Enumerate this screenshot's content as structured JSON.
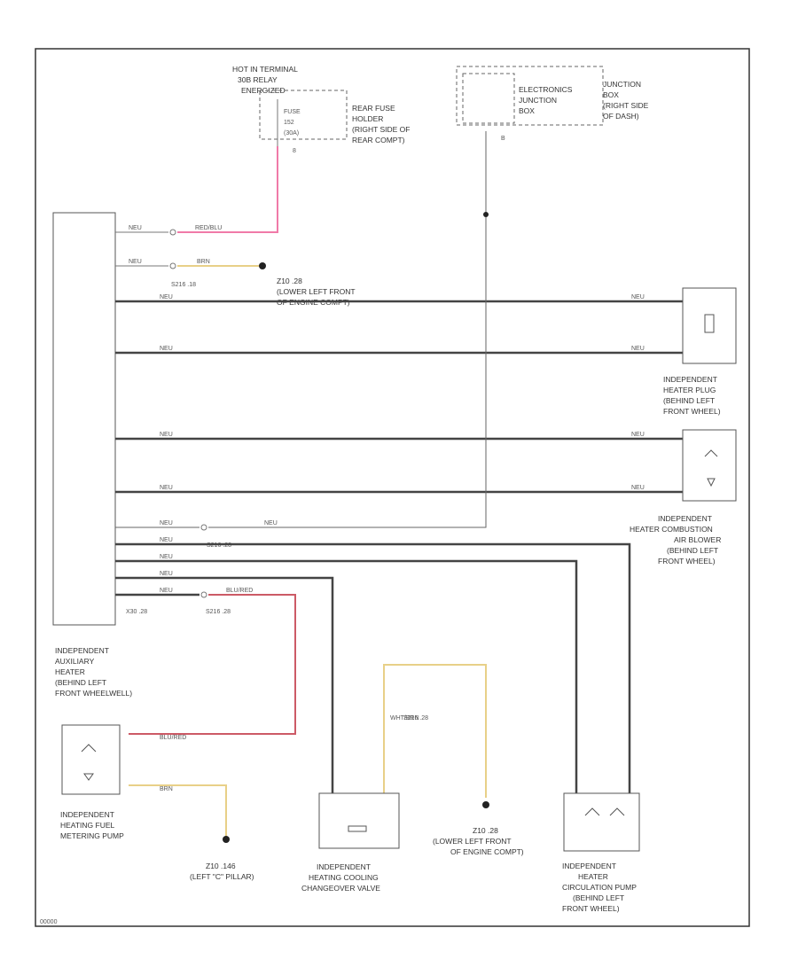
{
  "diagram_id": "00000",
  "colors": {
    "pink": "#f07aa8",
    "red": "#cc5a66",
    "yellow": "#e8d088",
    "wire": "#444444",
    "frame": "#333333"
  },
  "modules": {
    "aux_heater": [
      "INDEPENDENT",
      "AUXILIARY",
      "HEATER",
      "(BEHIND LEFT",
      "FRONT WHEELWELL)"
    ],
    "fuse_hot": [
      "HOT IN TERMINAL",
      "30B RELAY",
      "ENERGIZED"
    ],
    "fuse_pins": [
      "FUSE",
      "152",
      "(30A)"
    ],
    "fuse_holder": [
      "REAR FUSE",
      "HOLDER",
      "(RIGHT SIDE OF",
      "REAR COMPT)"
    ],
    "electronics_box": [
      "ELECTRONICS",
      "JUNCTION",
      "BOX"
    ],
    "junction_box": [
      "JUNCTION",
      "BOX",
      "(RIGHT SIDE",
      "OF DASH)"
    ],
    "heater_plug": [
      "INDEPENDENT",
      "HEATER PLUG",
      "(BEHIND LEFT",
      "FRONT WHEEL)"
    ],
    "blower": [
      "INDEPENDENT",
      "HEATER COMBUSTION",
      "AIR BLOWER",
      "(BEHIND LEFT",
      "FRONT WHEEL)"
    ],
    "fuel_pump": [
      "INDEPENDENT",
      "HEATING FUEL",
      "METERING PUMP"
    ],
    "valve": [
      "INDEPENDENT",
      "HEATING COOLING",
      "CHANGEOVER VALVE"
    ],
    "circ_pump": [
      "INDEPENDENT",
      "HEATER",
      "CIRCULATION PUMP",
      "(BEHIND LEFT",
      "FRONT WHEEL)"
    ]
  },
  "grounds": {
    "g_upper": [
      "Z10 .28",
      "(LOWER LEFT FRONT",
      "OF ENGINE COMPT)"
    ],
    "g_lower": [
      "Z10 .28",
      "(LOWER LEFT FRONT",
      "OF ENGINE COMPT)"
    ],
    "g_pillar": [
      "Z10 .146",
      "(LEFT \"C\" PILLAR)"
    ]
  },
  "wire_labels": {
    "neu": "NEU",
    "red_blu": "RED/BLU",
    "brn": "BRN",
    "blu_red": "BLU/RED",
    "wht_brn": "WHT/BRN",
    "pin_b": "B",
    "pin_8": "8",
    "s1": "S216 .18",
    "s2": "S216 .28",
    "s3": "S216 .28",
    "s4": "S216 .28",
    "x1": "X30 .28"
  }
}
